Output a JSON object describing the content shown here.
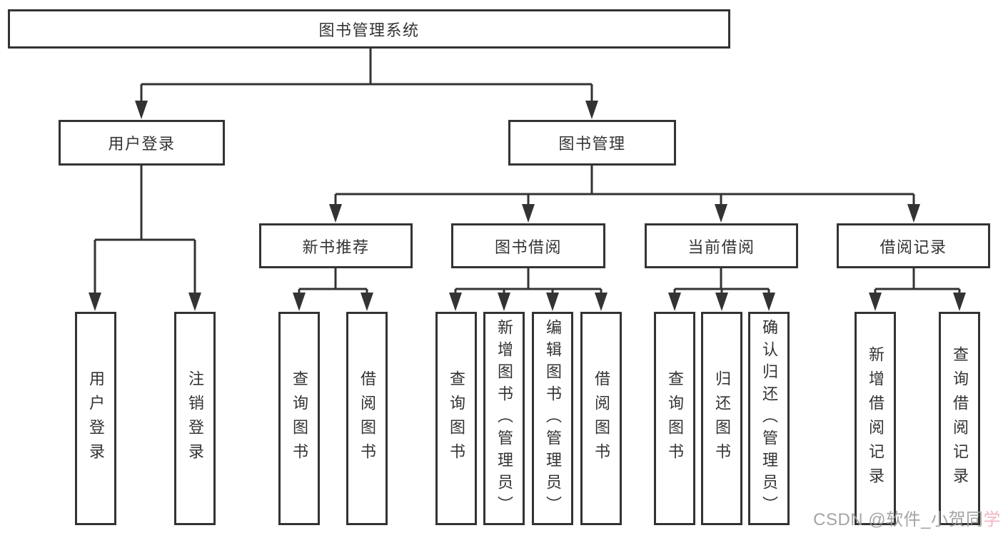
{
  "diagram": {
    "type": "hierarchy-tree",
    "title": "图书管理系统",
    "level2": [
      {
        "label": "用户登录",
        "children": [
          {
            "label": "用户登录"
          },
          {
            "label": "注销登录"
          }
        ]
      },
      {
        "label": "图书管理",
        "children": [
          {
            "label": "新书推荐",
            "children": [
              {
                "label": "查询图书"
              },
              {
                "label": "借阅图书"
              }
            ]
          },
          {
            "label": "图书借阅",
            "children": [
              {
                "label": "查询图书"
              },
              {
                "label": "新增图书（管理员）"
              },
              {
                "label": "编辑图书（管理员）"
              },
              {
                "label": "借阅图书"
              }
            ]
          },
          {
            "label": "当前借阅",
            "children": [
              {
                "label": "查询图书"
              },
              {
                "label": "归还图书"
              },
              {
                "label": "确认归还（管理员）"
              }
            ]
          },
          {
            "label": "借阅记录",
            "children": [
              {
                "label": "新增借阅记录"
              },
              {
                "label": "查询借阅记录"
              }
            ]
          }
        ]
      }
    ]
  },
  "watermark": {
    "main": "CSDN @软件_小贺同",
    "accent": "学",
    "main_color": "#9d9d9d",
    "accent_color": "#f3aebd"
  },
  "colors": {
    "line": "#333333",
    "box_border": "#333333",
    "box_fill": "#ffffff",
    "text": "#333333"
  }
}
